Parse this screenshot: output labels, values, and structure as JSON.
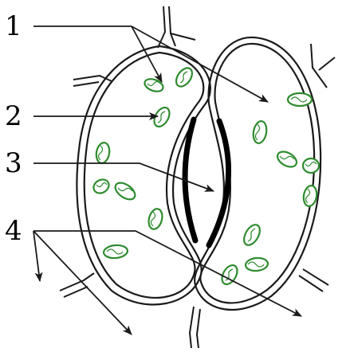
{
  "labels": [
    "1",
    "2",
    "3",
    "4"
  ],
  "colors": {
    "outline": "#1a1a1a",
    "chloroplast_stroke": "#2e8b2e",
    "chloroplast_fill": "#ffffff",
    "thickened_wall": "#000000",
    "background": "#ffffff"
  }
}
